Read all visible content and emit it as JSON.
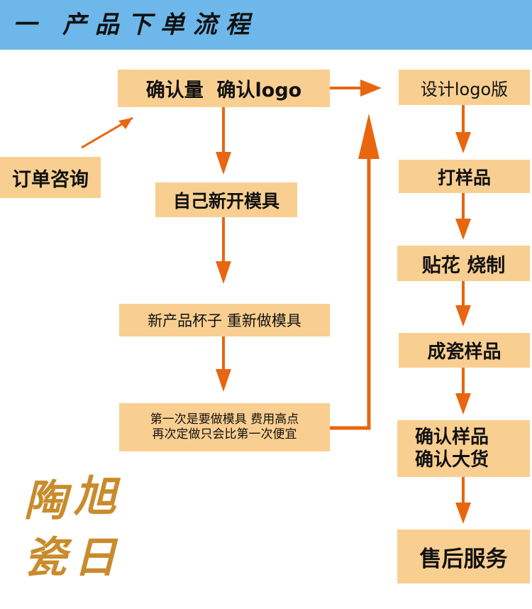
{
  "header": {
    "title": "一 产品下单流程"
  },
  "nodes": {
    "order_inquiry": "订单咨询",
    "confirm_qty_logo": "确认量  确认logo",
    "make_mold": "自己新开模具",
    "new_product_mold": "新产品杯子 重新做模具",
    "note_line1": "第一次是要做模具 费用高点",
    "note_line2": "再次定做只会比第一次便宜",
    "design_logo": "设计logo版",
    "sample": "打样品",
    "decal_fire": "贴花 烧制",
    "porcelain_sample": "成瓷样品",
    "confirm_line1": "确认样品",
    "confirm_line2": "确认大货",
    "after_sales": "售后服务"
  },
  "brand": {
    "c1": "陶",
    "c2": "旭",
    "c3": "瓷",
    "c4": "日"
  },
  "colors": {
    "header_bg": "#6db7ea",
    "box_fill": "#f9cf91",
    "arrow": "#e8660f",
    "brand": "#c98c2c"
  }
}
